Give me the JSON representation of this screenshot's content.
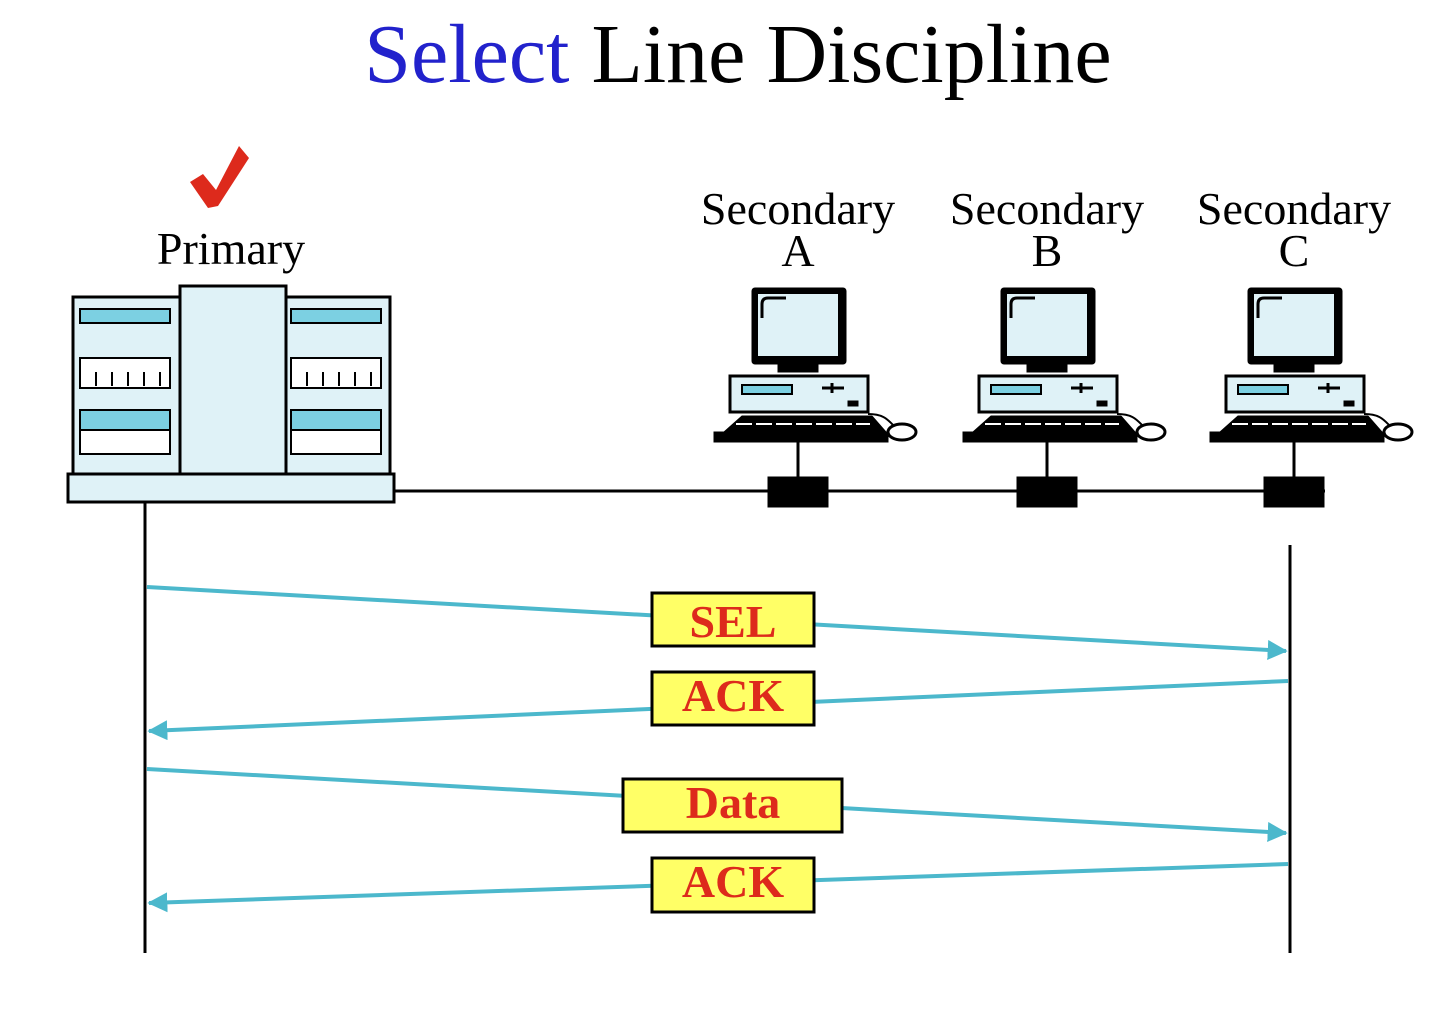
{
  "title": {
    "highlight": "Select",
    "rest": "Line Discipline"
  },
  "primary": {
    "label": "Primary",
    "check_icon": "check-mark-icon"
  },
  "secondaries": [
    {
      "label": "Secondary",
      "letter": "A"
    },
    {
      "label": "Secondary",
      "letter": "B"
    },
    {
      "label": "Secondary",
      "letter": "C"
    }
  ],
  "messages": [
    {
      "label": "SEL",
      "direction": "primary-to-secondary"
    },
    {
      "label": "ACK",
      "direction": "secondary-to-primary"
    },
    {
      "label": "Data",
      "direction": "primary-to-secondary"
    },
    {
      "label": "ACK",
      "direction": "secondary-to-primary"
    }
  ],
  "colors": {
    "title_highlight": "#2222cc",
    "title_text": "#000000",
    "check": "#dd2a1c",
    "arrow": "#4cb8cc",
    "message_box": "#ffff66",
    "message_text": "#dd2a1c",
    "device_fill": "#dff2f7",
    "device_accent": "#7cd0e2"
  }
}
